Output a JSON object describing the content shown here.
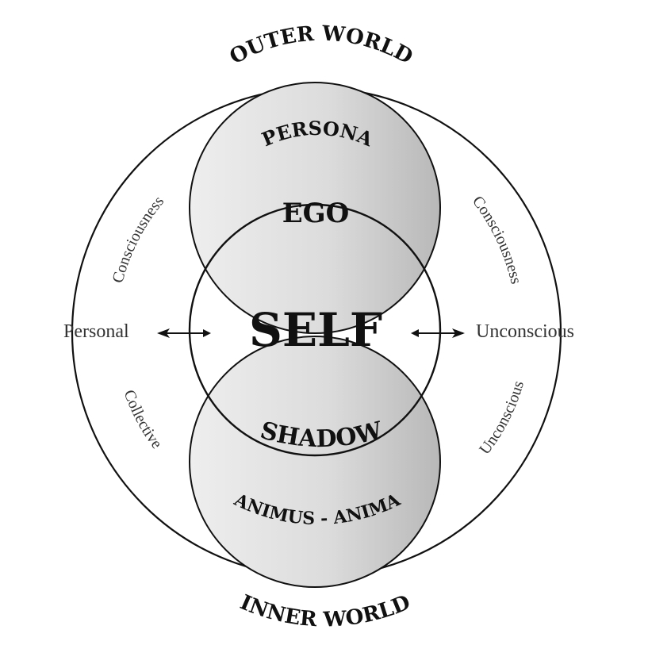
{
  "titles": {
    "outer_world": "OUTER WORLD",
    "inner_world": "INNER WORLD"
  },
  "labels": {
    "persona": "PERSONA",
    "ego": "EGO",
    "self": "SELF",
    "shadow": "SHADOW",
    "animus_anima": "ANIMUS - ANIMA",
    "personal": "Personal",
    "unconscious_right": "Unconscious",
    "consciousness_left": "Consciousness",
    "consciousness_right": "Consciousness",
    "collective": "Collective",
    "unconscious_lower_right": "Unconscious"
  },
  "colors": {
    "stroke": "#111111",
    "fill_light": "#e6e6e6",
    "fill_mid": "#c4c4c4",
    "text": "#111111",
    "soft_text": "#333333"
  }
}
